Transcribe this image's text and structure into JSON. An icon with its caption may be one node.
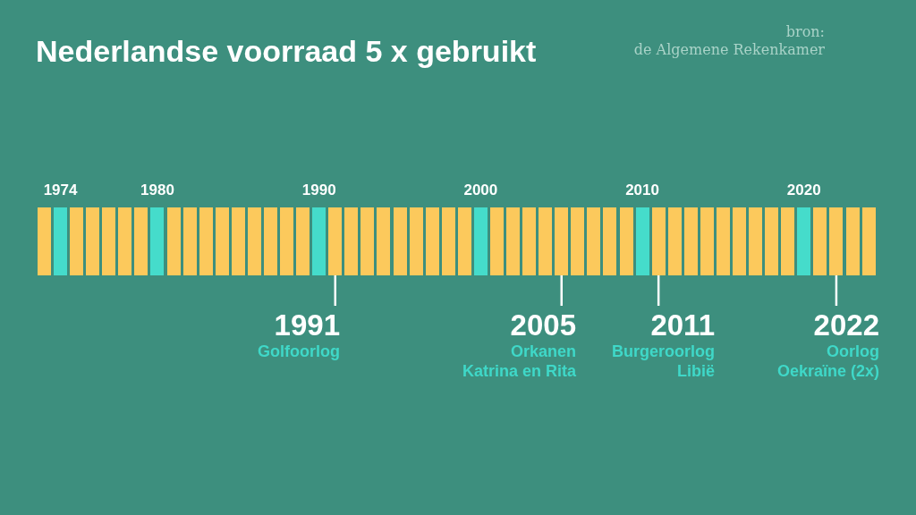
{
  "diagram": {
    "title": "Nederlandse voorraad 5 x gebruikt",
    "nodes": [
      {
        "text": [],
        "shape": "bar"
      },
      {
        "text": [],
        "shape": "bar",
        "beside": [
          "1974"
        ]
      },
      {
        "text": [],
        "shape": "bar"
      },
      {
        "text": [],
        "shape": "bar"
      },
      {
        "text": [],
        "shape": "bar"
      },
      {
        "text": [],
        "shape": "bar"
      },
      {
        "text": [],
        "shape": "bar"
      },
      {
        "text": [],
        "shape": "bar",
        "beside": [
          "1980"
        ]
      },
      {
        "text": [],
        "shape": "bar"
      },
      {
        "text": [],
        "shape": "bar"
      },
      {
        "text": [],
        "shape": "bar"
      },
      {
        "text": [],
        "shape": "bar"
      },
      {
        "text": [],
        "shape": "bar"
      },
      {
        "text": [],
        "shape": "bar"
      },
      {
        "text": [],
        "shape": "bar"
      },
      {
        "text": [],
        "shape": "bar"
      },
      {
        "text": [],
        "shape": "bar"
      },
      {
        "text": [],
        "shape": "bar",
        "beside": [
          "1990"
        ]
      },
      {
        "text": [],
        "shape": "bar"
      },
      {
        "text": [],
        "shape": "bar"
      },
      {
        "text": [],
        "shape": "bar"
      },
      {
        "text": [],
        "shape": "bar"
      },
      {
        "text": [],
        "shape": "bar"
      },
      {
        "text": [],
        "shape": "bar"
      },
      {
        "text": [],
        "shape": "bar"
      },
      {
        "text": [],
        "shape": "bar"
      },
      {
        "text": [],
        "shape": "bar"
      },
      {
        "text": [],
        "shape": "bar",
        "beside": [
          "2000"
        ]
      },
      {
        "text": [],
        "shape": "bar"
      },
      {
        "text": [],
        "shape": "bar"
      },
      {
        "text": [],
        "shape": "bar"
      },
      {
        "text": [],
        "shape": "bar"
      },
      {
        "text": [],
        "shape": "bar"
      },
      {
        "text": [],
        "shape": "bar"
      },
      {
        "text": [],
        "shape": "bar"
      },
      {
        "text": [],
        "shape": "bar"
      },
      {
        "text": [],
        "shape": "bar"
      },
      {
        "text": [],
        "shape": "bar",
        "beside": [
          "2010"
        ]
      },
      {
        "text": [],
        "shape": "bar"
      },
      {
        "text": [],
        "shape": "bar"
      },
      {
        "text": [],
        "shape": "bar"
      },
      {
        "text": [],
        "shape": "bar"
      },
      {
        "text": [],
        "shape": "bar"
      },
      {
        "text": [],
        "shape": "bar"
      },
      {
        "text": [],
        "shape": "bar"
      },
      {
        "text": [],
        "shape": "bar"
      },
      {
        "text": [],
        "shape": "bar"
      },
      {
        "text": [],
        "shape": "bar",
        "beside": [
          "2020"
        ]
      },
      {
        "text": [],
        "shape": "bar"
      },
      {
        "text": [],
        "shape": "bar"
      },
      {
        "text": [],
        "shape": "bar"
      },
      {
        "text": [],
        "shape": "bar"
      },
      {
        "text": [
          "1991",
          "Golfoorlog"
        ]
      },
      {
        "text": [
          "2005",
          "Orkanen Katrina en Rita"
        ]
      },
      {
        "text": [
          "2011",
          "Burgeroorlog Libië"
        ]
      },
      {
        "text": [
          "2022",
          "Oorlog Oekraïne (2x)"
        ]
      }
    ],
    "edges": [
      {
        "from": 52,
        "to": 18,
        "arrow": "none"
      },
      {
        "from": 53,
        "to": 32,
        "arrow": "none"
      },
      {
        "from": 54,
        "to": 38,
        "arrow": "none"
      },
      {
        "from": 55,
        "to": 49,
        "arrow": "none"
      }
    ],
    "labels": [
      "bron:",
      "de Algemene Rekenkamer"
    ]
  }
}
